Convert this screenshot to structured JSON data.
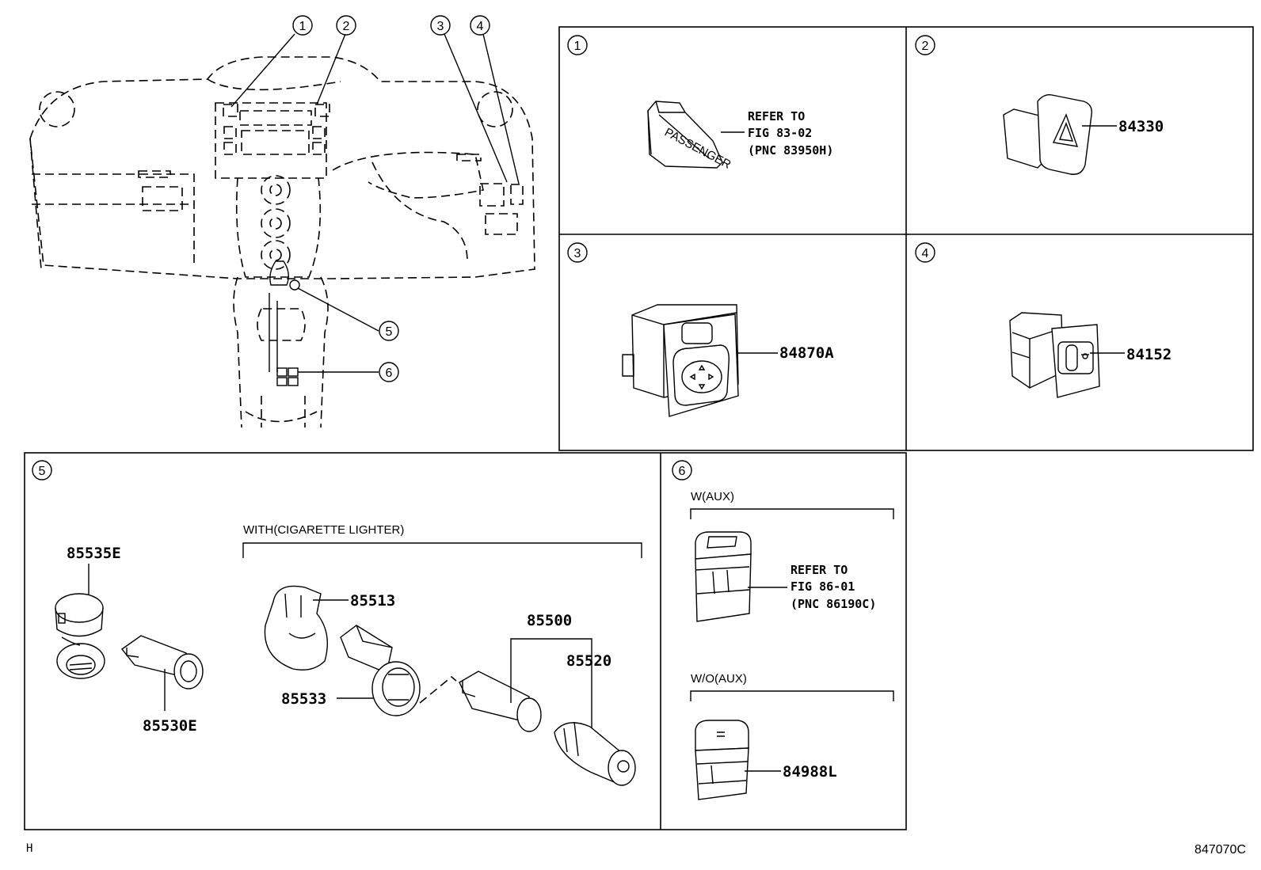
{
  "callouts": [
    "1",
    "2",
    "3",
    "4",
    "5",
    "6"
  ],
  "panels": {
    "p1": {
      "index": "1",
      "refer": [
        "REFER TO",
        "FIG 83-02",
        "(PNC 83950H)"
      ],
      "part_label_print": [
        "PASSENGER"
      ]
    },
    "p2": {
      "index": "2",
      "part": "84330"
    },
    "p3": {
      "index": "3",
      "part": "84870A"
    },
    "p4": {
      "index": "4",
      "part": "84152"
    },
    "p5": {
      "index": "5",
      "condition": "WITH(CIGARETTE LIGHTER)",
      "parts": [
        "85535E",
        "85530E",
        "85513",
        "85533",
        "85500",
        "85520"
      ]
    },
    "p6": {
      "index": "6",
      "cond_aux": "W(AUX)",
      "refer": [
        "REFER TO",
        "FIG 86-01",
        "(PNC 86190C)"
      ],
      "cond_no_aux": "W/O(AUX)",
      "part": "84988L"
    }
  },
  "footer": {
    "left": "H",
    "right": "847070C"
  }
}
